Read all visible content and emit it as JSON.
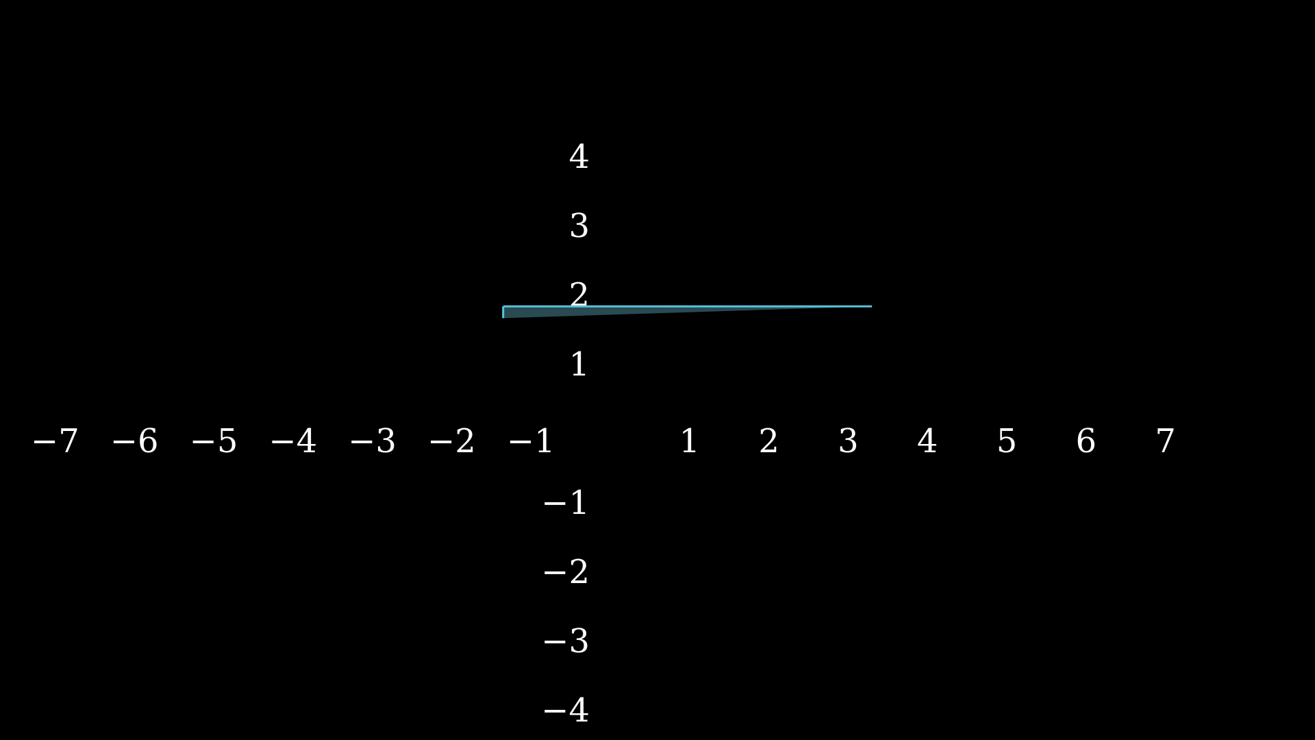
{
  "canvas": {
    "background_color": "#000000"
  },
  "axes": {
    "x_range": [
      -7,
      7
    ],
    "y_range": [
      -4,
      4
    ],
    "x_tick_labels": [
      "−7",
      "−6",
      "−5",
      "−4",
      "−3",
      "−2",
      "−1",
      "1",
      "2",
      "3",
      "4",
      "5",
      "6",
      "7"
    ],
    "x_tick_values": [
      -7,
      -6,
      -5,
      -4,
      -3,
      -2,
      -1,
      1,
      2,
      3,
      4,
      5,
      6,
      7
    ],
    "y_tick_labels": [
      "4",
      "3",
      "2",
      "1",
      "−1",
      "−2",
      "−3",
      "−4"
    ],
    "y_tick_values": [
      4,
      3,
      2,
      1,
      -1,
      -2,
      -3,
      -4
    ],
    "axis_lines_visible": false,
    "label_color": "#ffffff"
  },
  "shape": {
    "type": "filled-sliver",
    "stroke_color": "#58c4dd",
    "fill_color": "#2a4a52",
    "vertices": [
      {
        "x": -1.35,
        "y": 1.83
      },
      {
        "x": 3.3,
        "y": 1.83
      },
      {
        "x": -1.35,
        "y": 1.66
      }
    ]
  }
}
